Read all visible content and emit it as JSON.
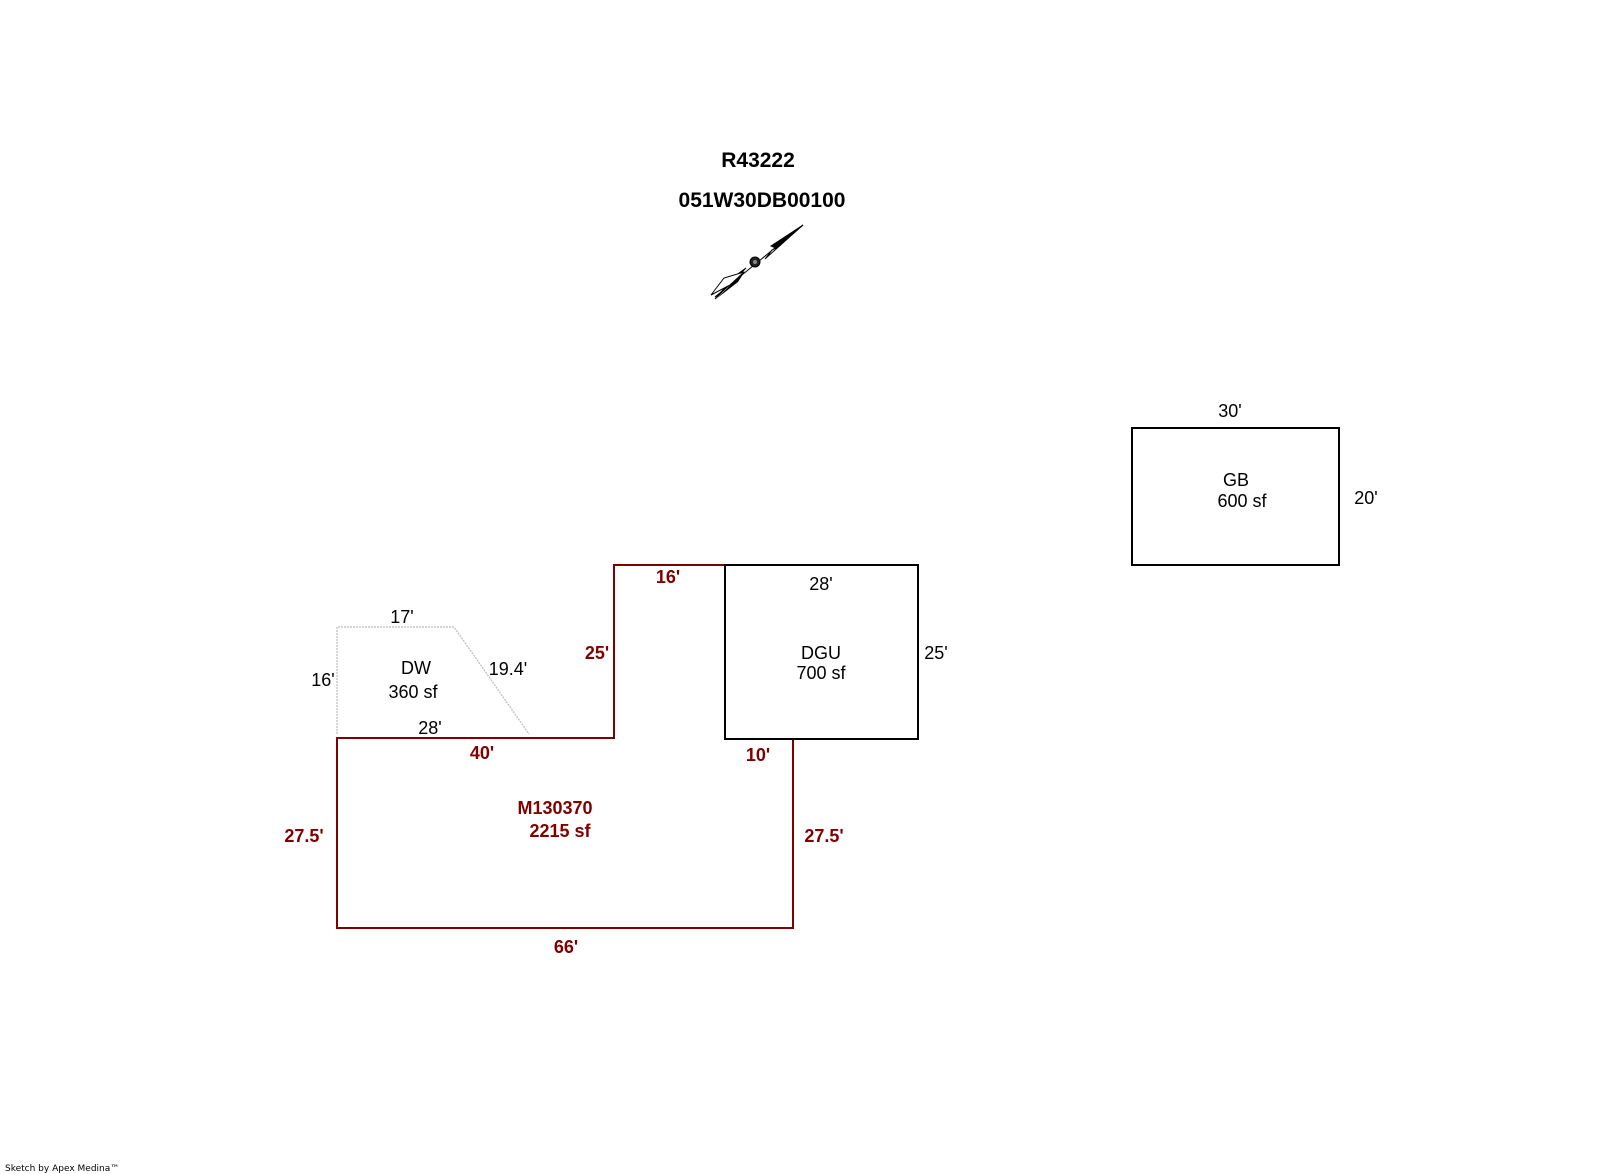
{
  "header": {
    "account_id": "R43222",
    "map_tax_lot": "051W30DB00100"
  },
  "compass": {
    "icon": "north-arrow-icon"
  },
  "colors": {
    "main_outline": "#800000",
    "outbuilding_outline": "#000000",
    "deck_outline": "#bbbbbb"
  },
  "areas": {
    "main": {
      "code": "M130370",
      "area": "2215 sf",
      "dims": {
        "top_left": "40'",
        "step_up": "25'",
        "step_top": "16'",
        "top_right": "10'",
        "left": "27.5'",
        "right": "27.5'",
        "bottom": "66'"
      }
    },
    "dw": {
      "code": "DW",
      "area": "360 sf",
      "dims": {
        "top": "17'",
        "left": "16'",
        "diagonal": "19.4'",
        "bottom": "28'"
      }
    },
    "dgu": {
      "code": "DGU",
      "area": "700 sf",
      "dims": {
        "top": "28'",
        "right": "25'"
      }
    },
    "gb": {
      "code": "GB",
      "area": "600 sf",
      "dims": {
        "top": "30'",
        "right": "20'"
      }
    }
  },
  "footer": {
    "credit": "Sketch by Apex Medina™"
  }
}
